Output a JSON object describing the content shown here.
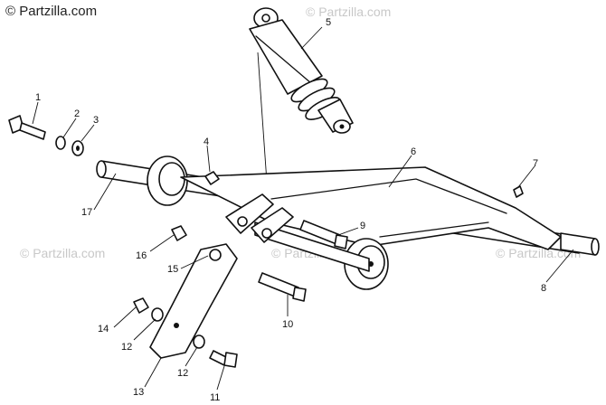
{
  "watermark": {
    "primary": "© Partzilla.com",
    "repeats": [
      "© Partzilla.com",
      "© Partzilla.com",
      "© Partzilla.com",
      "© Partzilla.com"
    ]
  },
  "callouts": {
    "c1": "1",
    "c2": "2",
    "c3": "3",
    "c4": "4",
    "c5": "5",
    "c6": "6",
    "c7": "7",
    "c8": "8",
    "c9": "9",
    "c10": "10",
    "c11": "11",
    "c12a": "12",
    "c12b": "12",
    "c13": "13",
    "c14": "14",
    "c15": "15",
    "c16": "16",
    "c17": "17"
  },
  "colors": {
    "ink": "#111111",
    "watermark": "#c8c8c8",
    "background": "#ffffff"
  }
}
